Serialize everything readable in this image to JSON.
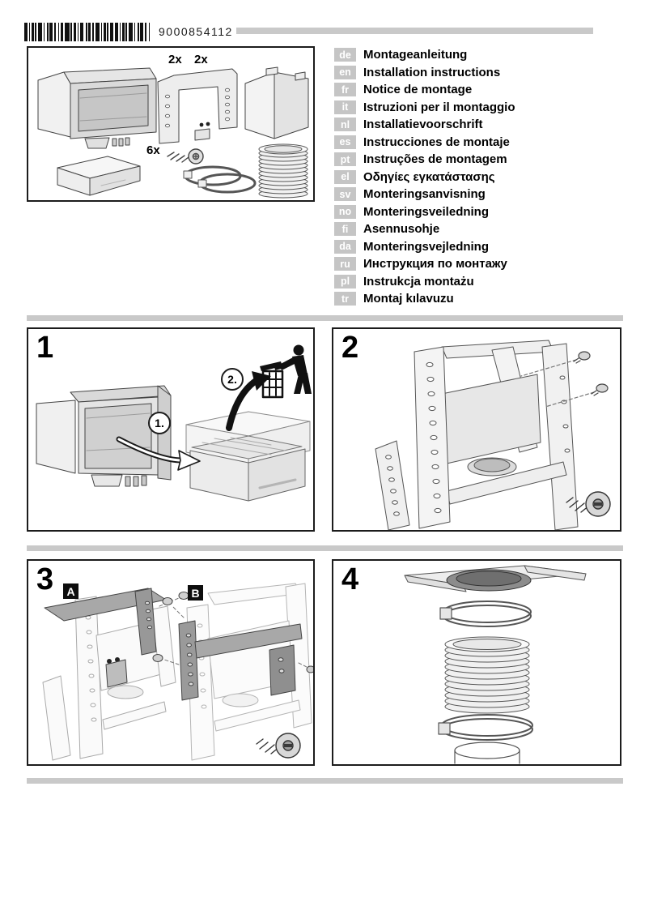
{
  "header": {
    "barcode_number": "9000854112"
  },
  "colors": {
    "divider_gray": "#c9c9c9",
    "language_chip_gray": "#c5c5c5"
  },
  "parts_box": {
    "bracket_qty_1": "2x",
    "bracket_qty_2": "2x",
    "screw_qty": "6x"
  },
  "languages": [
    {
      "code": "de",
      "label": "Montageanleitung"
    },
    {
      "code": "en",
      "label": "Installation instructions"
    },
    {
      "code": "fr",
      "label": "Notice de montage"
    },
    {
      "code": "it",
      "label": "Istruzioni per il montaggio"
    },
    {
      "code": "nl",
      "label": "Installatievoorschrift"
    },
    {
      "code": "es",
      "label": "Instrucciones de montaje"
    },
    {
      "code": "pt",
      "label": "Instruções de montagem"
    },
    {
      "code": "el",
      "label": "Οδηγίες εγκατάστασης"
    },
    {
      "code": "sv",
      "label": "Monteringsanvisning"
    },
    {
      "code": "no",
      "label": "Monteringsveiledning"
    },
    {
      "code": "fi",
      "label": "Asennusohje"
    },
    {
      "code": "da",
      "label": "Monteringsvejledning"
    },
    {
      "code": "ru",
      "label": "Инструкция по монтажу"
    },
    {
      "code": "pl",
      "label": "Instrukcja montażu"
    },
    {
      "code": "tr",
      "label": "Montaj kılavuzu"
    }
  ],
  "steps": [
    {
      "number": "1",
      "callout_1": "1.",
      "callout_2": "2."
    },
    {
      "number": "2"
    },
    {
      "number": "3",
      "variant_a": "A",
      "variant_b": "B"
    },
    {
      "number": "4"
    }
  ]
}
